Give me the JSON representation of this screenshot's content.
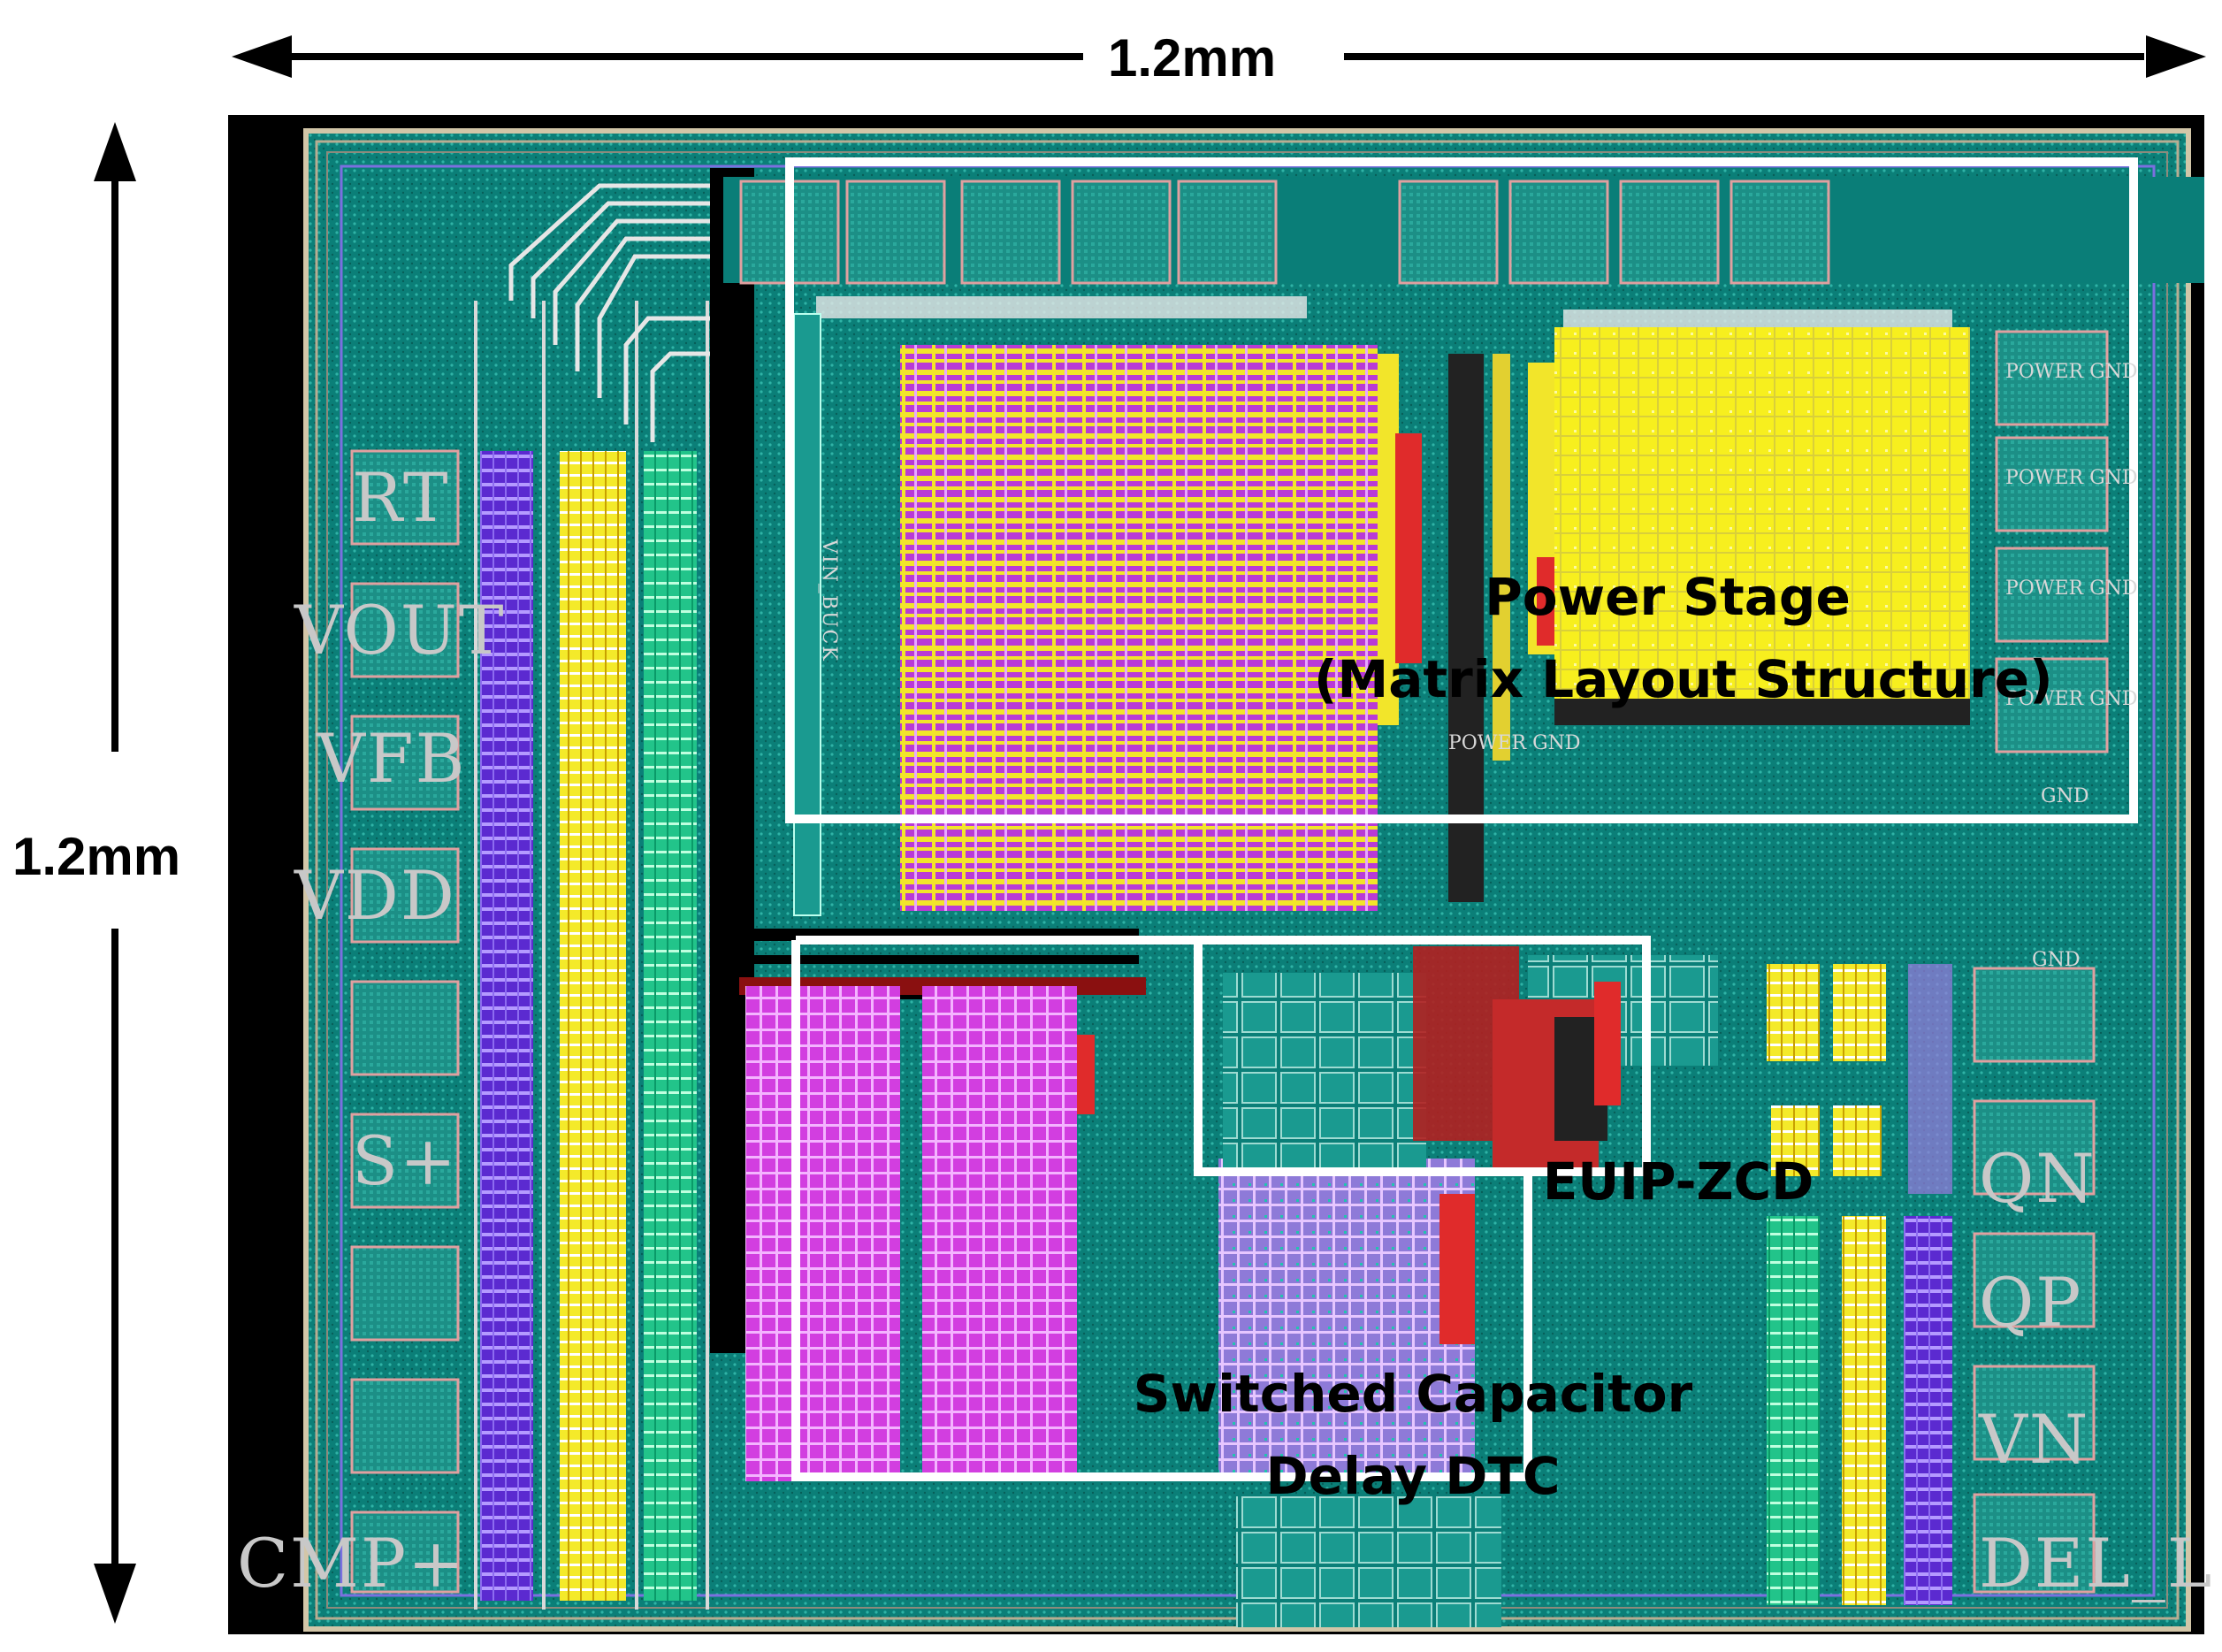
{
  "dimensions": {
    "width_label": "1.2mm",
    "height_label": "1.2mm"
  },
  "blocks": {
    "power_stage": {
      "line1": "Power Stage",
      "line2": "(Matrix Layout Structure)"
    },
    "zcd": {
      "label": "EUIP-ZCD"
    },
    "switched_cap": {
      "line1": "Switched Capacitor",
      "line2": "Delay DTC"
    }
  },
  "pads": {
    "left": [
      "RT",
      "VOUT",
      "VFB",
      "VDD",
      "S+",
      "CMP+"
    ],
    "right": [
      "QN",
      "QP",
      "VN",
      "DEL_L"
    ],
    "small": [
      "POWER GND",
      "POWER GND",
      "POWER GND",
      "POWER GND",
      "POWER GND",
      "GND",
      "GND",
      "VIN_BUCK"
    ]
  },
  "colors": {
    "die_background": "#000000",
    "substrate": "#0a8a80",
    "power_stage_fill": "#f2e52a",
    "power_stage_magenta": "#b93ad6",
    "capacitor_magenta": "#d23ee0",
    "highlight_box": "#ffffff",
    "pad_text": "#c8c8c8"
  }
}
